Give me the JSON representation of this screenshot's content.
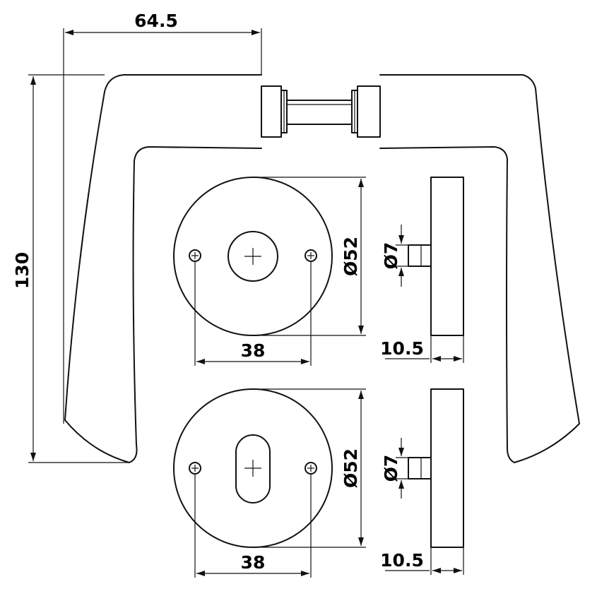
{
  "dimensions": {
    "handle_width": "64.5",
    "handle_height": "130",
    "rose_diameter_top": "Ø52",
    "rose_diameter_bottom": "Ø52",
    "screw_spacing_top": "38",
    "screw_spacing_bottom": "38",
    "spindle_diameter_top": "Ø7",
    "spindle_diameter_bottom": "Ø7",
    "rose_depth_top": "10.5",
    "rose_depth_bottom": "10.5"
  },
  "colors": {
    "line": "#111111",
    "background": "#ffffff"
  }
}
